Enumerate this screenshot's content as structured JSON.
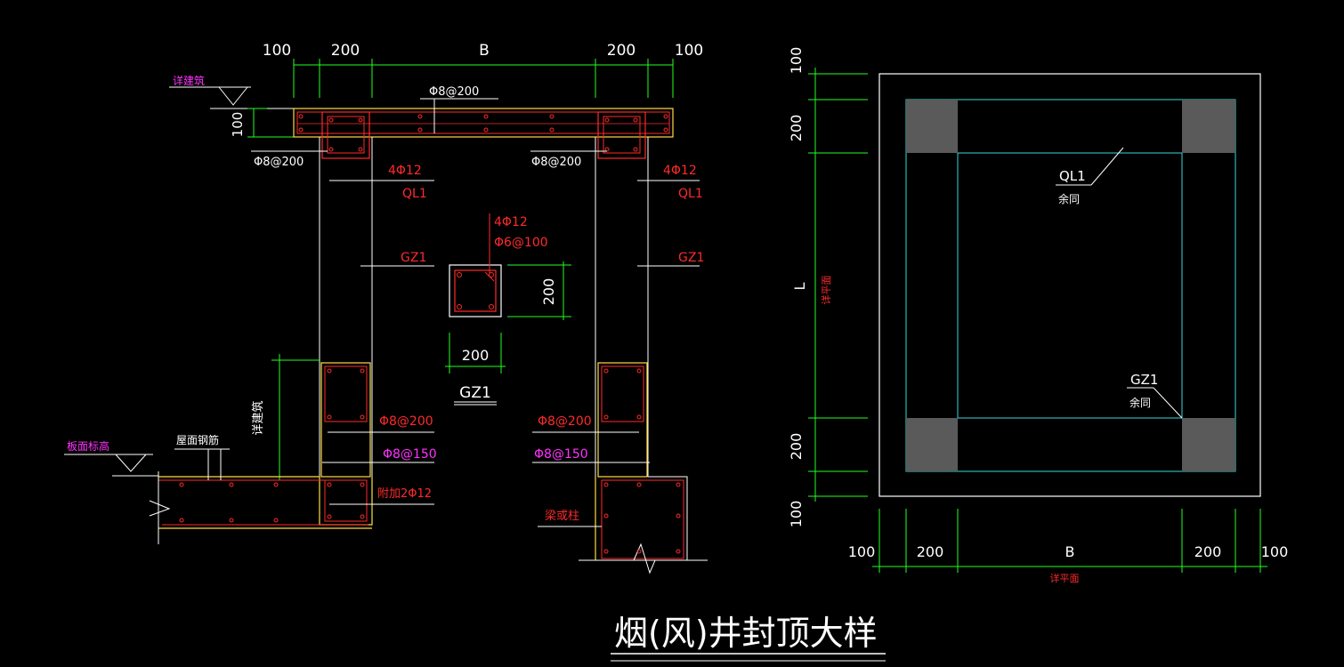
{
  "title": "烟(风)井封顶大样",
  "section": {
    "dims_top": [
      "100",
      "200",
      "B",
      "200",
      "100"
    ],
    "slab_thickness": "100",
    "top_note": "详建筑",
    "top_rebar": "Φ8@200",
    "left_stirrup": "Φ8@200",
    "right_stirrup": "Φ8@200",
    "ql_rebar_left": "4Φ12",
    "ql_rebar_right": "4Φ12",
    "ql_label_left": "QL1",
    "ql_label_right": "QL1",
    "gz_label_left": "GZ1",
    "gz_label_right": "GZ1",
    "wall_height_note": "详建筑",
    "slab_level": "板面标高",
    "roof_rebar": "屋面钢筋",
    "lower_left_a": "Φ8@200",
    "lower_left_b": "Φ8@150",
    "lower_left_c": "附加2Φ12",
    "lower_right_a": "Φ8@200",
    "lower_right_b": "Φ8@150",
    "lower_right_c": "梁或柱"
  },
  "gz_detail": {
    "main_rebar": "4Φ12",
    "stirrup": "Φ6@100",
    "dim_h": "200",
    "dim_w": "200",
    "label": "GZ1"
  },
  "plan": {
    "dims_left": [
      "100",
      "200",
      "L",
      "200",
      "100"
    ],
    "dims_bottom": [
      "100",
      "200",
      "B",
      "200",
      "100"
    ],
    "ql_label": "QL1",
    "gz_label": "GZ1",
    "same_note_1": "余同",
    "same_note_2": "余同",
    "side_note": "详平面",
    "bottom_note": "详平面"
  },
  "colors": {
    "background": "#000000",
    "dim": "#22ff22",
    "concrete": "#ffffff",
    "rebar": "#ff2a2a",
    "magenta": "#ff33ff",
    "cyan": "#33dddd",
    "column_fill": "#5a5a5a",
    "edge": "#ffdd44"
  }
}
